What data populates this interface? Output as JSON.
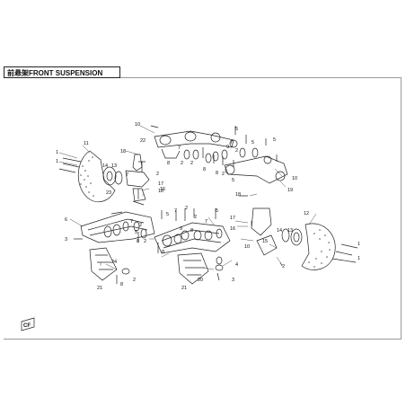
{
  "title": "前悬架FRONT SUSPENSION",
  "logo_text": "CF",
  "callouts": [
    {
      "id": "c1a",
      "text": "1"
    },
    {
      "id": "c1b",
      "text": "1"
    },
    {
      "id": "c1c",
      "text": "1"
    },
    {
      "id": "c1d",
      "text": "1"
    },
    {
      "id": "c2a",
      "text": "2"
    },
    {
      "id": "c2b",
      "text": "2"
    },
    {
      "id": "c2c",
      "text": "2"
    },
    {
      "id": "c2d",
      "text": "2"
    },
    {
      "id": "c2e",
      "text": "2"
    },
    {
      "id": "c2f",
      "text": "2"
    },
    {
      "id": "c2g",
      "text": "2"
    },
    {
      "id": "c2h",
      "text": "2"
    },
    {
      "id": "c2i",
      "text": "2"
    },
    {
      "id": "c2j",
      "text": "2"
    },
    {
      "id": "c2k",
      "text": "2"
    },
    {
      "id": "c3a",
      "text": "3"
    },
    {
      "id": "c3b",
      "text": "3"
    },
    {
      "id": "c4",
      "text": "4"
    },
    {
      "id": "c5a",
      "text": "5"
    },
    {
      "id": "c5b",
      "text": "5"
    },
    {
      "id": "c5c",
      "text": "5"
    },
    {
      "id": "c5d",
      "text": "5"
    },
    {
      "id": "c5e",
      "text": "5"
    },
    {
      "id": "c5f",
      "text": "5"
    },
    {
      "id": "c5g",
      "text": "5"
    },
    {
      "id": "c6",
      "text": "6"
    },
    {
      "id": "c7a",
      "text": "7"
    },
    {
      "id": "c7b",
      "text": "7"
    },
    {
      "id": "c7c",
      "text": "7"
    },
    {
      "id": "c7d",
      "text": "7"
    },
    {
      "id": "c7e",
      "text": "7"
    },
    {
      "id": "c7f",
      "text": "7"
    },
    {
      "id": "c8a",
      "text": "8"
    },
    {
      "id": "c8b",
      "text": "8"
    },
    {
      "id": "c8c",
      "text": "8"
    },
    {
      "id": "c8d",
      "text": "8"
    },
    {
      "id": "c8e",
      "text": "8"
    },
    {
      "id": "c8f",
      "text": "8"
    },
    {
      "id": "c8g",
      "text": "8"
    },
    {
      "id": "c9a",
      "text": "9"
    },
    {
      "id": "c9b",
      "text": "9"
    },
    {
      "id": "c10a",
      "text": "10"
    },
    {
      "id": "c10b",
      "text": "10"
    },
    {
      "id": "c10c",
      "text": "10"
    },
    {
      "id": "c11",
      "text": "11"
    },
    {
      "id": "c12",
      "text": "12"
    },
    {
      "id": "c13a",
      "text": "13"
    },
    {
      "id": "c13b",
      "text": "13"
    },
    {
      "id": "c14a",
      "text": "14"
    },
    {
      "id": "c14b",
      "text": "14"
    },
    {
      "id": "c15",
      "text": "15"
    },
    {
      "id": "c16a",
      "text": "16"
    },
    {
      "id": "c16b",
      "text": "16"
    },
    {
      "id": "c17a",
      "text": "17"
    },
    {
      "id": "c17b",
      "text": "17"
    },
    {
      "id": "c18a",
      "text": "18"
    },
    {
      "id": "c18b",
      "text": "18"
    },
    {
      "id": "c18c",
      "text": "18"
    },
    {
      "id": "c19",
      "text": "19"
    },
    {
      "id": "c20",
      "text": "20"
    },
    {
      "id": "c21a",
      "text": "21"
    },
    {
      "id": "c21b",
      "text": "21"
    },
    {
      "id": "c22",
      "text": "22"
    },
    {
      "id": "c23",
      "text": "23"
    },
    {
      "id": "c24",
      "text": "24"
    }
  ]
}
